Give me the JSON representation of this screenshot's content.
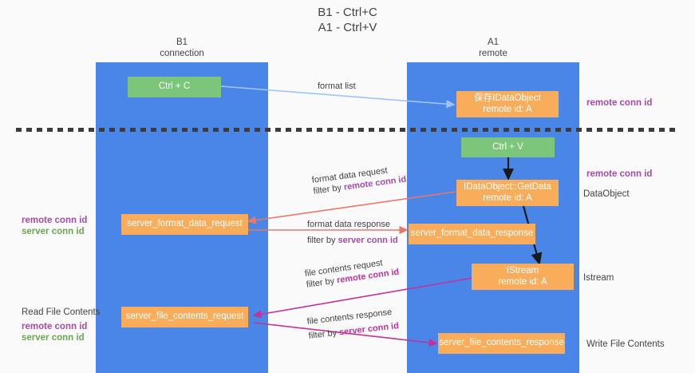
{
  "title": "B1 - Ctrl+C\nA1 - Ctrl+V",
  "lanes": [
    {
      "name": "b1",
      "header": "B1\nconnection"
    },
    {
      "name": "a1",
      "header": "A1\nremote"
    }
  ],
  "nodes": {
    "ctrl_c": "Ctrl + C",
    "save_idataobject": "保存IDataObject\nremote id: A",
    "ctrl_v": "Ctrl + V",
    "idataobject_getdata": "IDataObject::GetData\nremote id: A",
    "server_format_data_request": "server_format_data_request",
    "server_format_data_response": "server_format_data_response",
    "istream": "IStream\nremote id: A",
    "server_file_contents_request": "server_file_contents_request",
    "server_file_contents_response": "server_file_contents_response"
  },
  "edges": [
    {
      "name": "format-list",
      "caption": "format list",
      "filter_prefix": "",
      "filter_value": ""
    },
    {
      "name": "format-data-request",
      "caption": "format data request",
      "filter_prefix": "filter by ",
      "filter_value": "remote conn id"
    },
    {
      "name": "format-data-response",
      "caption": "format data response",
      "filter_prefix": "filter by ",
      "filter_value": "server conn id"
    },
    {
      "name": "file-contents-request",
      "caption": "file contents request",
      "filter_prefix": "filter by ",
      "filter_value": "remote conn id"
    },
    {
      "name": "file-contents-response",
      "caption": "file contents response",
      "filter_prefix": "filter by ",
      "filter_value": "server conn id"
    }
  ],
  "annotations": {
    "right_remote_conn_id_top": "remote conn id",
    "right_remote_conn_id_mid": "remote conn id",
    "right_dataobject": "DataObject",
    "right_istream": "Istream",
    "right_write_file_contents": "Write File Contents",
    "left_remote_conn_id_mid": "remote conn id",
    "left_server_conn_id_mid": "server conn id",
    "left_read_file_contents": "Read File Contents",
    "left_remote_conn_id_bottom": "remote conn id",
    "left_server_conn_id_bottom": "server conn id"
  },
  "colors": {
    "lane": "#4a86e8",
    "node_green": "#7bc67b",
    "node_orange": "#f9ad5a",
    "accent_purple": "#a64ca6",
    "accent_green": "#6aa84f",
    "wire_blue": "#9fc5f8",
    "wire_red": "#e8786a",
    "wire_magenta": "#c1329b",
    "wire_black": "#1a1a1a",
    "background": "#fafafa"
  }
}
